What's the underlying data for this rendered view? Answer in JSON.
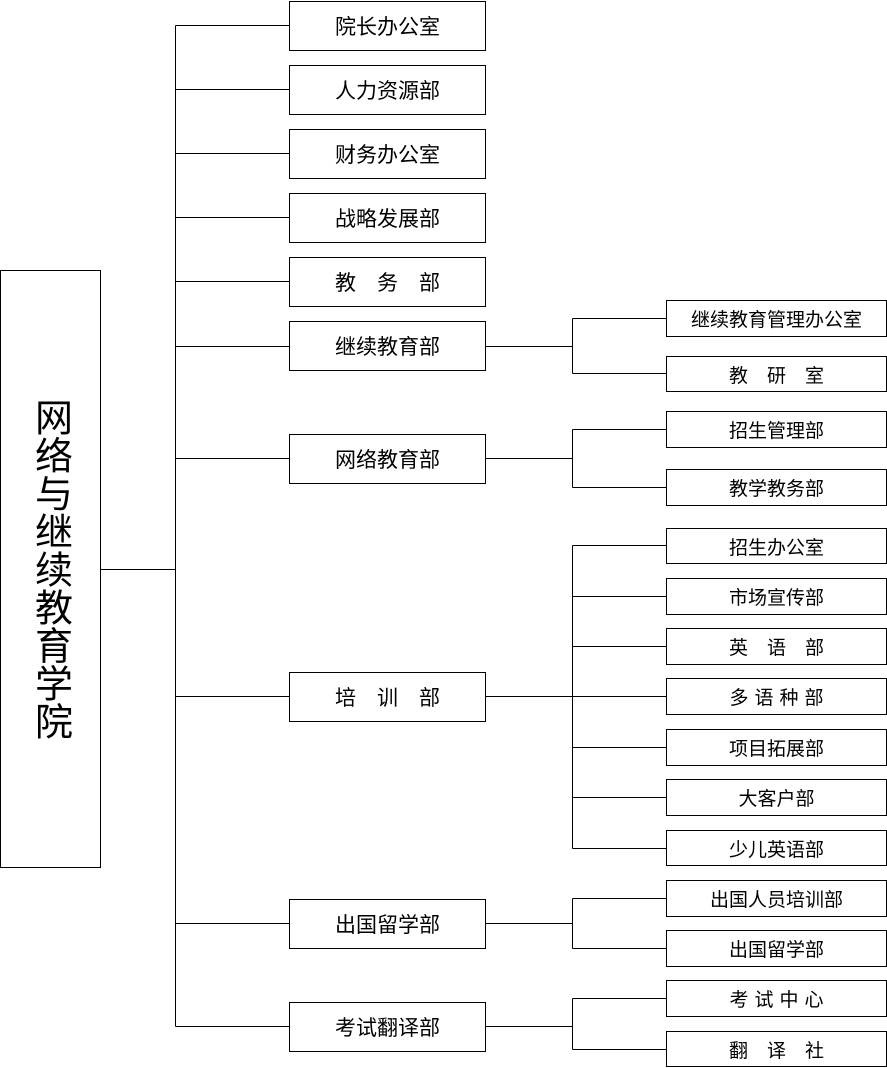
{
  "root": {
    "label": "网络与继续教育学院"
  },
  "departments": [
    {
      "label": "院长办公室",
      "children": []
    },
    {
      "label": "人力资源部",
      "children": []
    },
    {
      "label": "财务办公室",
      "children": []
    },
    {
      "label": "战略发展部",
      "children": []
    },
    {
      "label": "教　务　部",
      "children": []
    },
    {
      "label": "继续教育部",
      "children": [
        "继续教育管理办公室",
        "教　研　室"
      ]
    },
    {
      "label": "网络教育部",
      "children": [
        "招生管理部",
        "教学教务部"
      ]
    },
    {
      "label": "培　训　部",
      "children": [
        "招生办公室",
        "市场宣传部",
        "英　语　部",
        "多 语 种 部",
        "项目拓展部",
        "大客户部",
        "少儿英语部"
      ]
    },
    {
      "label": "出国留学部",
      "children": [
        "出国人员培训部",
        "出国留学部"
      ]
    },
    {
      "label": "考试翻译部",
      "children": [
        "考 试 中 心",
        "翻　译　社"
      ]
    }
  ]
}
